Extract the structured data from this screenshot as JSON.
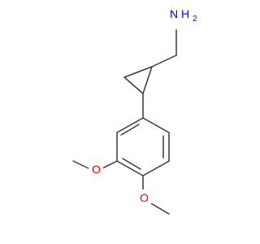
{
  "molecule": {
    "labels": {
      "amine": "NH2",
      "amine_n": "N",
      "amine_h": "H",
      "amine_sub": "2",
      "oxygen_top": "O",
      "oxygen_bottom": "O"
    },
    "colors": {
      "bond": "#3a3a3a",
      "nitrogen": "#0000ff",
      "oxygen": "#ff0000",
      "background": "#ffffff"
    }
  }
}
